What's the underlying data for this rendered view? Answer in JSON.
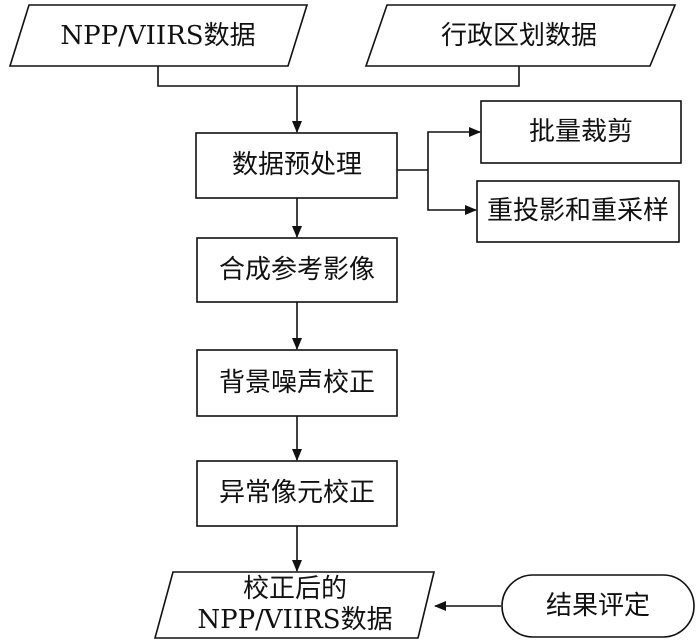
{
  "nodes": {
    "npp_input": "NPP/VIIRS数据",
    "admin_input": "行政区划数据",
    "preprocess": "数据预处理",
    "batch_clip": "批量裁剪",
    "reproject": "重投影和重采样",
    "composite": "合成参考影像",
    "bg_noise": "背景噪声校正",
    "anomaly": "异常像元校正",
    "output_line1": "校正后的",
    "output_line2": "NPP/VIIRS数据",
    "evaluation": "结果评定"
  }
}
